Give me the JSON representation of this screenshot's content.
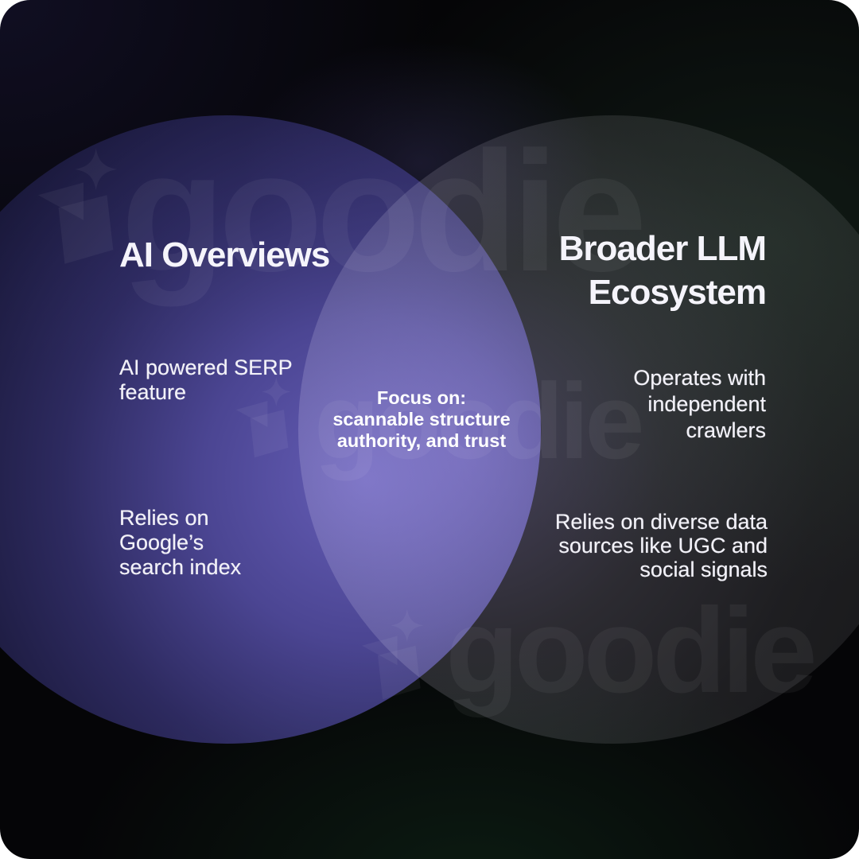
{
  "brand": {
    "watermark_text": "goodie",
    "watermark_color_hex": "#ffffff"
  },
  "colors": {
    "canvas_background": "#050507",
    "left_circle_purple": "#6a5fc8",
    "right_circle_gray": "#e8e6f2",
    "intersection_purple": "#7b6fd0",
    "text": "#f5f4fb",
    "background_green_tint": "#1a2c20"
  },
  "venn": {
    "left": {
      "title": "AI Overviews",
      "items": [
        "AI powered SERP\nfeature",
        "Relies on\nGoogle’s\nsearch index"
      ]
    },
    "right": {
      "title": "Broader LLM\nEcosystem",
      "items": [
        "Operates with\nindependent\ncrawlers",
        "Relies on diverse data\nsources like UGC and\nsocial signals"
      ]
    },
    "intersection": {
      "label": "Focus on:\nscannable structure\nauthority, and trust"
    }
  }
}
